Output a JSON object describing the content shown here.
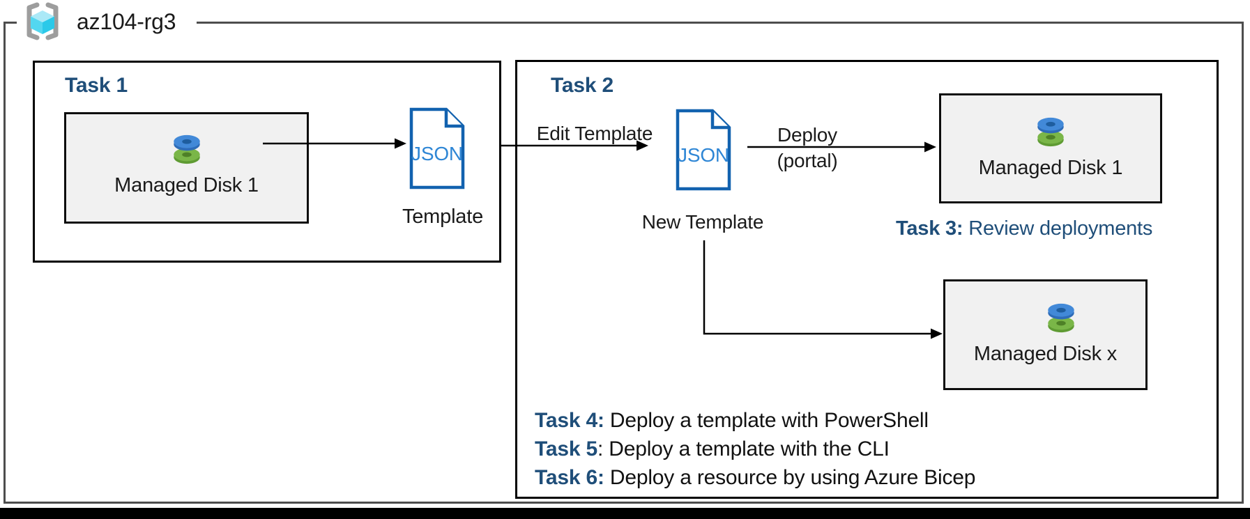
{
  "resource_group": {
    "label": "az104-rg3"
  },
  "task1": {
    "title": "Task 1",
    "disk_box": {
      "label": "Managed Disk 1"
    },
    "json_icon": {
      "label": "JSON"
    },
    "template_caption": "Template"
  },
  "task2": {
    "title": "Task 2",
    "edit_template_label": "Edit Template",
    "json_icon": {
      "label": "JSON"
    },
    "new_template_caption": "New Template",
    "deploy_label_line1": "Deploy",
    "deploy_label_line2": "(portal)",
    "disk_box_1": {
      "label": "Managed Disk 1"
    },
    "task3": {
      "bold": "Task 3:",
      "rest": " Review deployments"
    },
    "disk_box_x": {
      "label": "Managed Disk x"
    },
    "tasks": [
      {
        "bold": "Task 4:",
        "rest": " Deploy a template with PowerShell"
      },
      {
        "bold": "Task 5",
        "rest": ": Deploy a template with the CLI"
      },
      {
        "bold": "Task 6:",
        "rest": " Deploy a resource by using Azure Bicep"
      }
    ]
  },
  "colors": {
    "navy_text": "#1F4E79",
    "doc_outline_blue": "#1262AF",
    "json_text_blue": "#2E86D5",
    "disk_blue": "#4289D8",
    "disk_green": "#7AB648",
    "disk_box_bg": "#F1F1F1",
    "frame_gray": "#4D4D4D"
  }
}
